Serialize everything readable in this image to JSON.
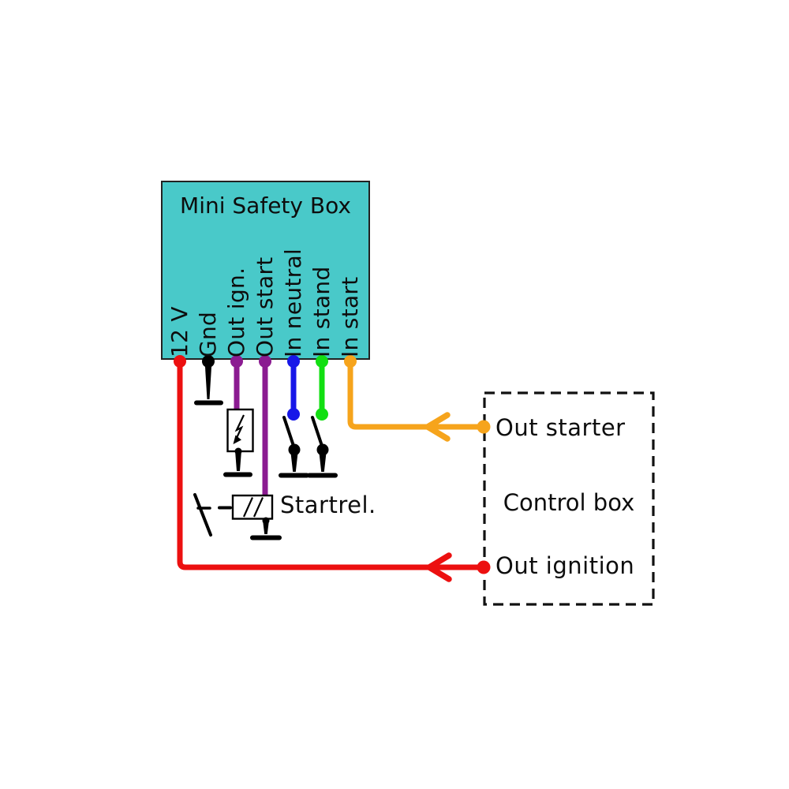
{
  "colors": {
    "red": "#EC1010",
    "black": "#000000",
    "purple": "#8B1B91",
    "blue": "#1717E8",
    "green": "#12DF12",
    "orange": "#F6A41C",
    "box_fill": "#49C9C9",
    "box_border": "#222222"
  },
  "safety_box": {
    "title": "Mini Safety Box",
    "pins": [
      {
        "label": "12 V",
        "color": "#EC1010"
      },
      {
        "label": "Gnd",
        "color": "#000000"
      },
      {
        "label": "Out ign.",
        "color": "#8B1B91"
      },
      {
        "label": "Out start",
        "color": "#8B1B91"
      },
      {
        "label": "In neutral",
        "color": "#1717E8"
      },
      {
        "label": "In stand",
        "color": "#12DF12"
      },
      {
        "label": "In start",
        "color": "#F6A41C"
      }
    ]
  },
  "components": {
    "start_relay_label": "Startrel."
  },
  "control_box": {
    "title": "Control box",
    "out_starter_label": "Out starter",
    "out_ignition_label": "Out ignition"
  }
}
